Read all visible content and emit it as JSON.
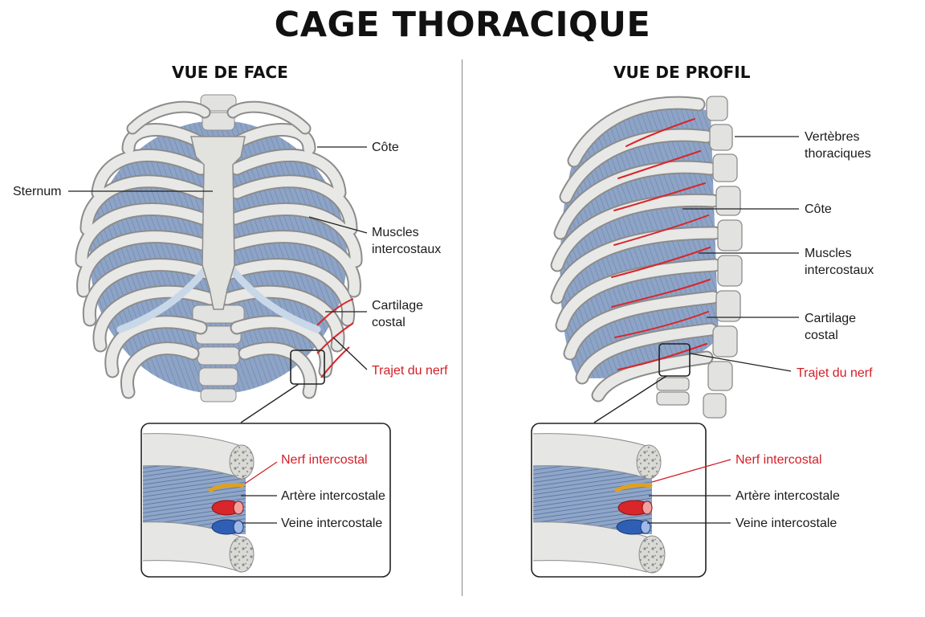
{
  "title": "CAGE THORACIQUE",
  "front": {
    "heading": "VUE DE FACE",
    "labels": {
      "sternum": "Sternum",
      "cote": "Côte",
      "muscles_l1": "Muscles",
      "muscles_l2": "intercostaux",
      "cartilage_l1": "Cartilage",
      "cartilage_l2": "costal",
      "nerf_trajet": "Trajet du nerf"
    },
    "inset": {
      "nerf": "Nerf intercostal",
      "artere": "Artère intercostale",
      "veine": "Veine intercostale"
    }
  },
  "side": {
    "heading": "VUE DE PROFIL",
    "labels": {
      "vertebres_l1": "Vertèbres",
      "vertebres_l2": "thoraciques",
      "cote": "Côte",
      "muscles_l1": "Muscles",
      "muscles_l2": "intercostaux",
      "cartilage_l1": "Cartilage",
      "cartilage_l2": "costal",
      "nerf_trajet": "Trajet du nerf"
    },
    "inset": {
      "nerf": "Nerf intercostal",
      "artere": "Artère intercostale",
      "veine": "Veine intercostale"
    }
  },
  "colors": {
    "bone": "#e6e6e4",
    "bone_outline": "#8c8c8c",
    "cartilage": "#d6e2ee",
    "muscle": "#8ea4c6",
    "muscle_dark": "#5f7aa6",
    "nerve": "#e0a020",
    "artery": "#d8262a",
    "vein": "#2f5fb5",
    "red_text": "#d21f26"
  }
}
